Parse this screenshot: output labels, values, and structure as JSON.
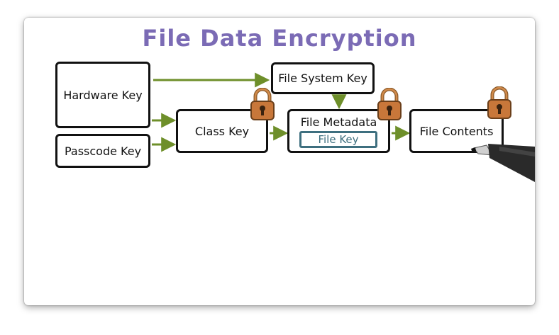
{
  "diagram": {
    "title": "File Data Encryption",
    "nodes": {
      "hardware_key": "Hardware Key",
      "passcode_key": "Passcode Key",
      "class_key": "Class Key",
      "file_system_key": "File System Key",
      "file_metadata": "File Metadata",
      "file_key": "File Key",
      "file_contents": "File Contents"
    },
    "colors": {
      "title": "#7b6bb5",
      "arrow": "#6e8f2a",
      "inner_box": "#3e6f7f",
      "lock": "#c8773a"
    },
    "icons": [
      "padlock-icon",
      "pen-icon"
    ]
  }
}
